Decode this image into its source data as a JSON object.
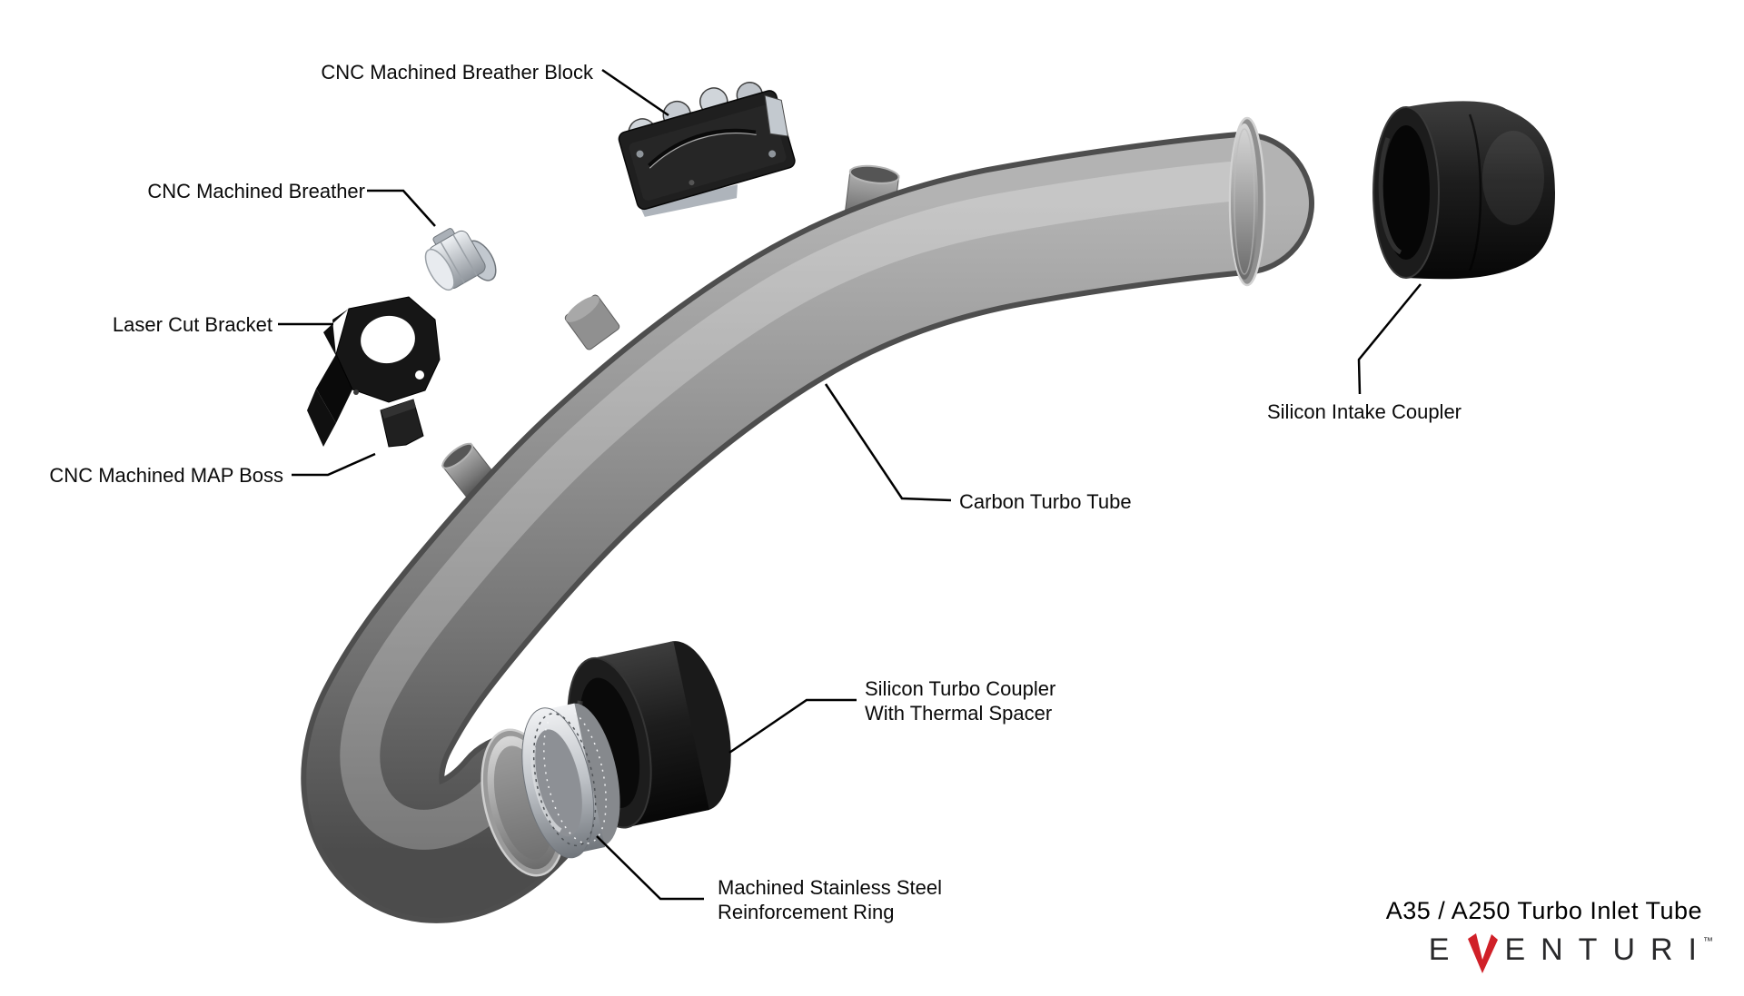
{
  "diagram": {
    "type": "exploded-parts-diagram",
    "labels": {
      "breather_block": "CNC Machined Breather Block",
      "breather": "CNC Machined Breather",
      "bracket": "Laser Cut Bracket",
      "map_boss": "CNC Machined MAP Boss",
      "intake_coupler": "Silicon Intake Coupler",
      "turbo_tube": "Carbon Turbo Tube",
      "turbo_coupler_line1": "Silicon Turbo Coupler",
      "turbo_coupler_line2": "With Thermal Spacer",
      "ring_line1": "Machined Stainless Steel",
      "ring_line2": "Reinforcement Ring"
    },
    "parts": [
      "cnc-machined-breather-block",
      "cnc-machined-breather",
      "laser-cut-bracket",
      "cnc-machined-map-boss",
      "carbon-turbo-tube",
      "silicon-intake-coupler",
      "silicon-turbo-coupler-with-thermal-spacer",
      "machined-stainless-steel-reinforcement-ring"
    ]
  },
  "footer": {
    "product_title": "A35 / A250 Turbo Inlet Tube",
    "brand": {
      "name": "EVENTURI",
      "letters_before_v": "E",
      "v_letter": "V",
      "letters_after_v": "ENTURI",
      "trademark": "™"
    }
  },
  "colors": {
    "background": "#ffffff",
    "label_text": "#0a0a0a",
    "leader_line": "#000000",
    "tube_gray": "#7d7d7d",
    "part_black": "#1a1a1a",
    "steel_silver": "#c9ced4",
    "brand_text": "#29292b",
    "accent_red": "#d02028"
  }
}
